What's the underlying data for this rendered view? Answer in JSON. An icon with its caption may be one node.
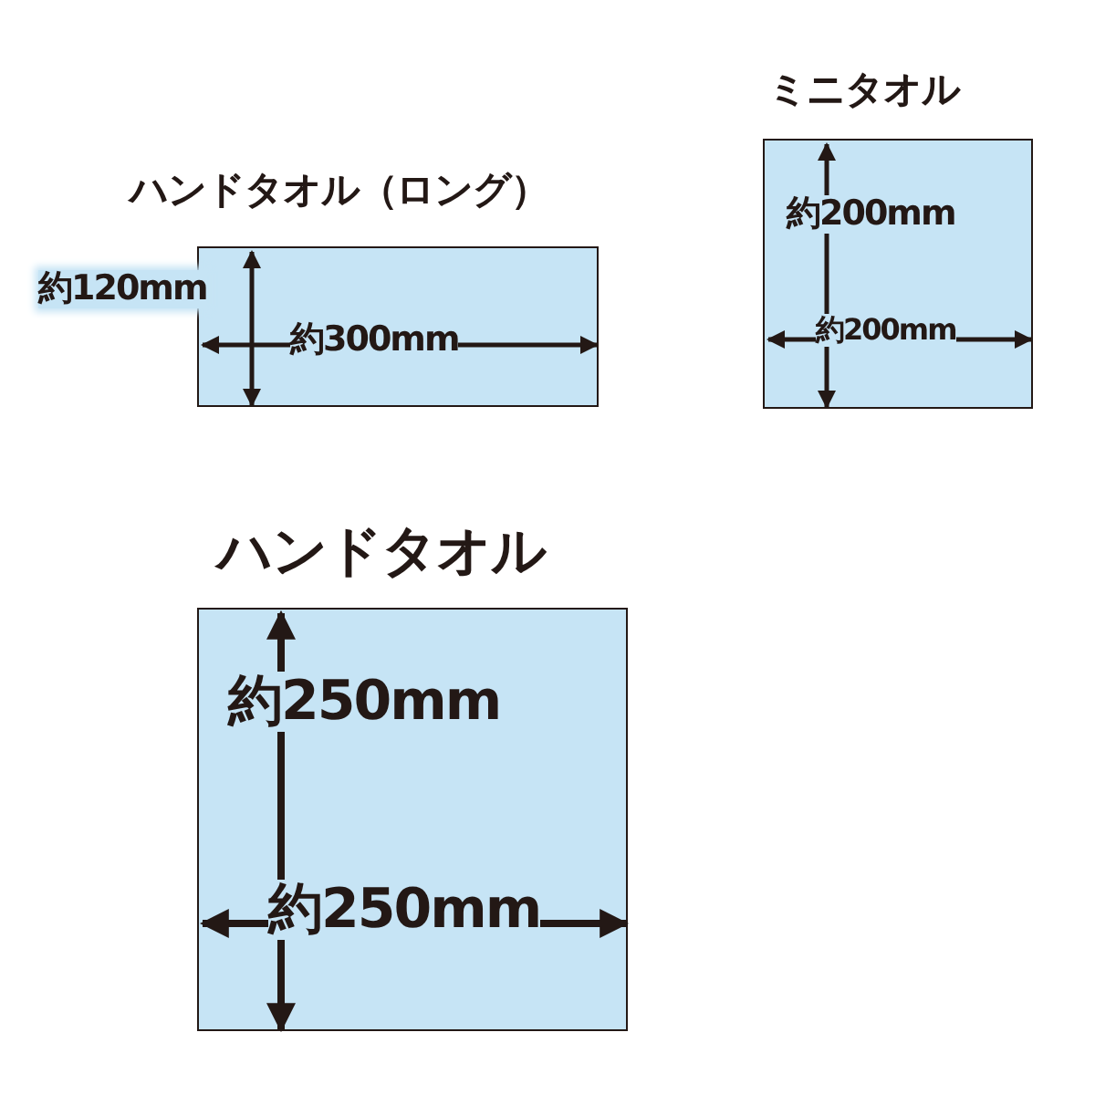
{
  "diagram": {
    "nodes": [
      {
        "text": [
          "ハンドタオル（ロング）",
          "約120mm",
          "約300mm"
        ]
      },
      {
        "text": [
          "ミニタオル",
          "約200mm",
          "約200mm"
        ]
      },
      {
        "text": [
          "ハンドタオル",
          "約250mm",
          "約250mm"
        ]
      }
    ]
  }
}
